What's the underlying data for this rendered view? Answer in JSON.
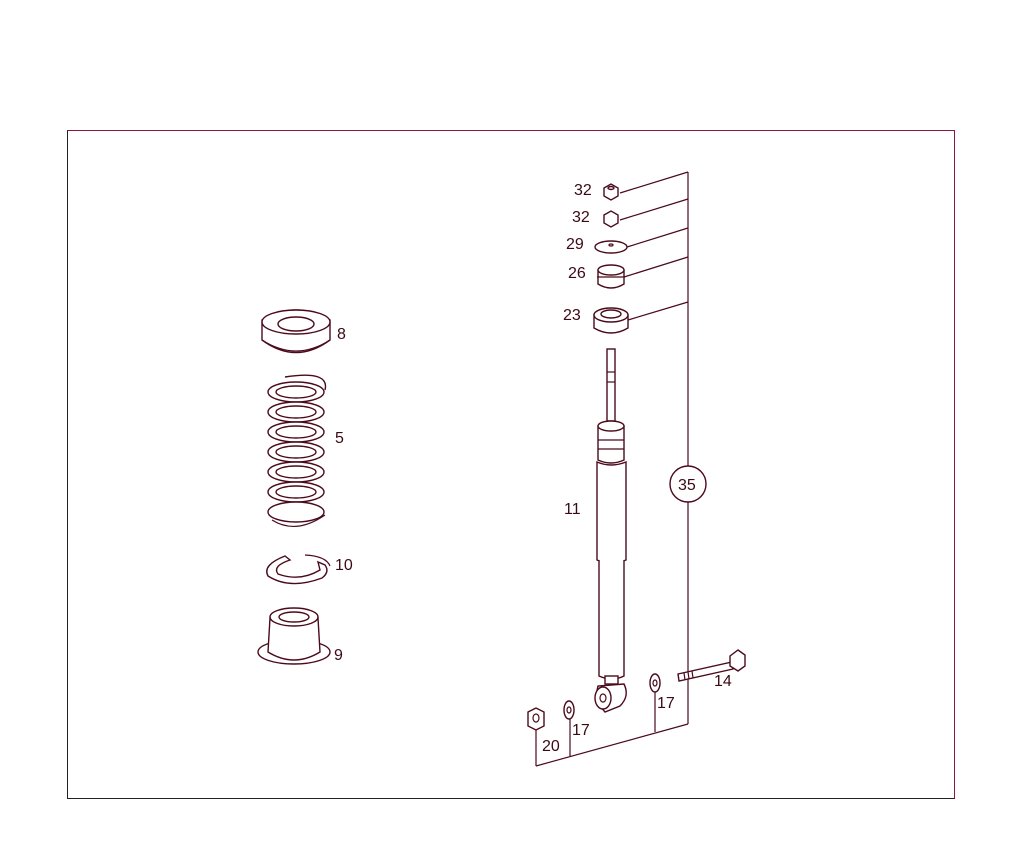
{
  "diagram": {
    "type": "exploded parts diagram (rear shock absorber and coil spring assembly)",
    "frame": {
      "border_color": "#8b1a3a"
    },
    "left_group": {
      "parts": [
        {
          "id": "8",
          "label": "8",
          "name": "spring upper seat"
        },
        {
          "id": "5",
          "label": "5",
          "name": "coil spring"
        },
        {
          "id": "10",
          "label": "10",
          "name": "spring pad ring"
        },
        {
          "id": "9",
          "label": "9",
          "name": "spring lower seat / bump stop"
        }
      ]
    },
    "right_group": {
      "group_label": "35",
      "parts": [
        {
          "id": "32a",
          "label": "32",
          "name": "nut"
        },
        {
          "id": "32b",
          "label": "32",
          "name": "nut"
        },
        {
          "id": "29",
          "label": "29",
          "name": "washer"
        },
        {
          "id": "26",
          "label": "26",
          "name": "rubber mount"
        },
        {
          "id": "23",
          "label": "23",
          "name": "rubber mount"
        },
        {
          "id": "11",
          "label": "11",
          "name": "shock absorber"
        },
        {
          "id": "14",
          "label": "14",
          "name": "bolt"
        },
        {
          "id": "17a",
          "label": "17",
          "name": "washer"
        },
        {
          "id": "17b",
          "label": "17",
          "name": "washer"
        },
        {
          "id": "20",
          "label": "20",
          "name": "nut"
        }
      ]
    }
  }
}
